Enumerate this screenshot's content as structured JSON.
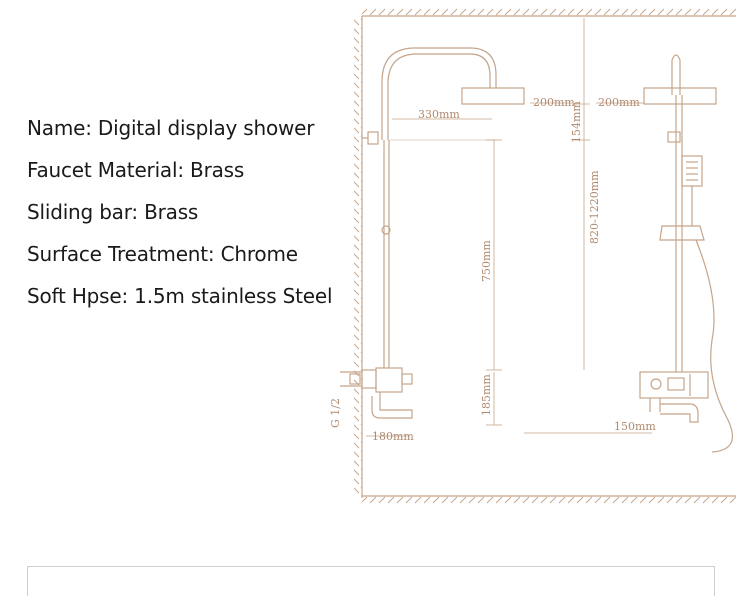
{
  "specs": [
    "Name: Digital display shower",
    "Faucet Material: Brass",
    "Sliding bar: Brass",
    "Surface Treatment: Chrome",
    "Soft Hpse: 1.5m stainless Steel"
  ],
  "dimensions": {
    "arm_length": "330mm",
    "head_size_front": "200mm",
    "head_size_side": "200mm",
    "head_drop": "154mm",
    "total_height": "820-1220mm",
    "bar_height": "750mm",
    "spout_height": "185mm",
    "spout_length": "180mm",
    "valve_depth": "150mm",
    "inlet_size": "G 1/2"
  },
  "colors": {
    "line": "#c5a58a",
    "dim_text": "#b08a6e",
    "spec_text": "#1a1a1a"
  }
}
